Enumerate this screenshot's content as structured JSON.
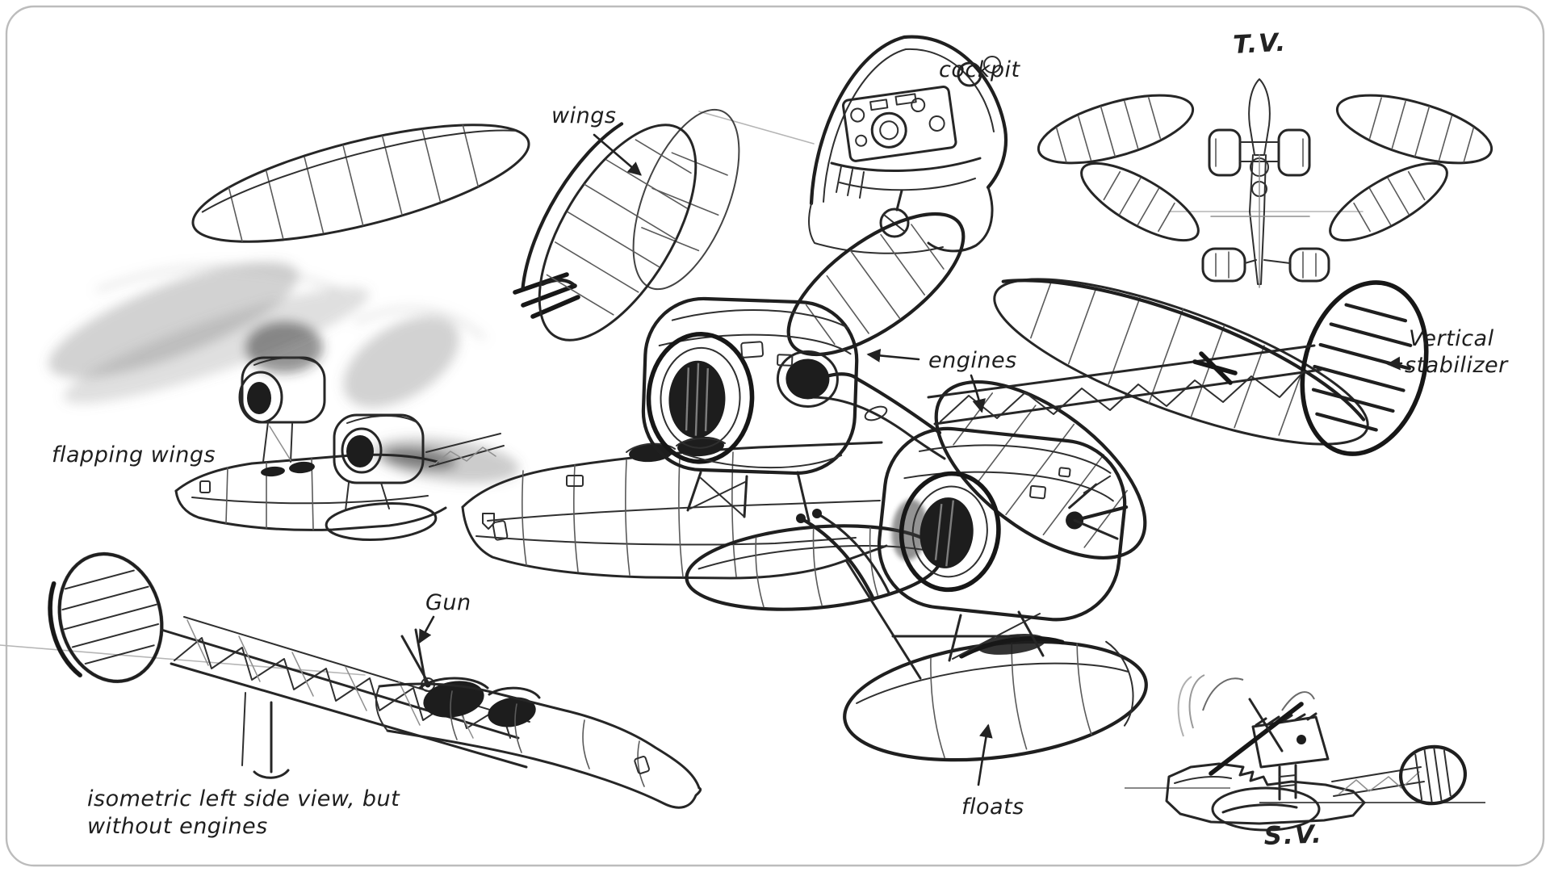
{
  "page": {
    "background": "#ffffff",
    "border_color": "#bcbcbc",
    "ink": "#222222"
  },
  "labels": {
    "wings": "wings",
    "cockpit": "cockpit",
    "top_view_abbr": "T.V.",
    "engines": "engines",
    "vertical_stabilizer_line1": "Vertical",
    "vertical_stabilizer_line2": "stabilizer",
    "flapping_wings": "flapping wings",
    "gun": "Gun",
    "floats": "floats",
    "isometric_note_line1": "isometric left side view, but",
    "isometric_note_line2": "without engines",
    "side_view_abbr": "S.V."
  }
}
